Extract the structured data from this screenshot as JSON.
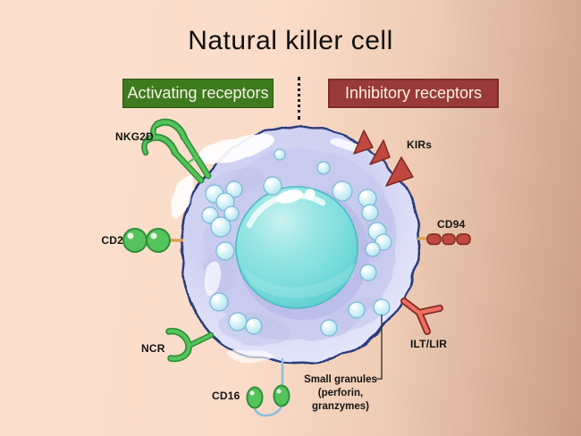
{
  "title": "Natural killer cell",
  "legend": {
    "activating_label": "Activating receptors",
    "inhibitory_label": "Inhibitory receptors"
  },
  "receptor_labels": {
    "nkg2d": "NKG2D",
    "cd2": "CD2",
    "ncr": "NCR",
    "cd16": "CD16",
    "kirs": "KIRs",
    "cd94": "CD94",
    "iltlir": "ILT/LIR"
  },
  "granule_annotation": {
    "line1": "Small granules",
    "line2": "(perforin,",
    "line3": "granzymes)"
  },
  "colors": {
    "background_left": "#fcdfcd",
    "background_right": "#c89e85",
    "activating_green": "#3e7a1e",
    "inhibitory_red": "#9a3a38",
    "legend_text": "#f7f3e8",
    "label_text": "#141414",
    "membrane_navy": "#2c3c7c",
    "cytoplasm_light": "#d6d8f5",
    "cytoplasm_shade": "#c6c8ee",
    "nucleus_teal": "#7edede",
    "nucleus_edge": "#48bcc2",
    "granule_edge": "#74b9d5",
    "receptor_green": "#55c35b",
    "receptor_green_dark": "#2e8f3a",
    "receptor_red": "#c0493f",
    "receptor_red_dark": "#7e2a24",
    "receptor_red_bright": "#ee6e62",
    "connector_tan": "#dba158",
    "cd16_blue": "#8fbede",
    "pointer_line": "#2b2b2b"
  }
}
